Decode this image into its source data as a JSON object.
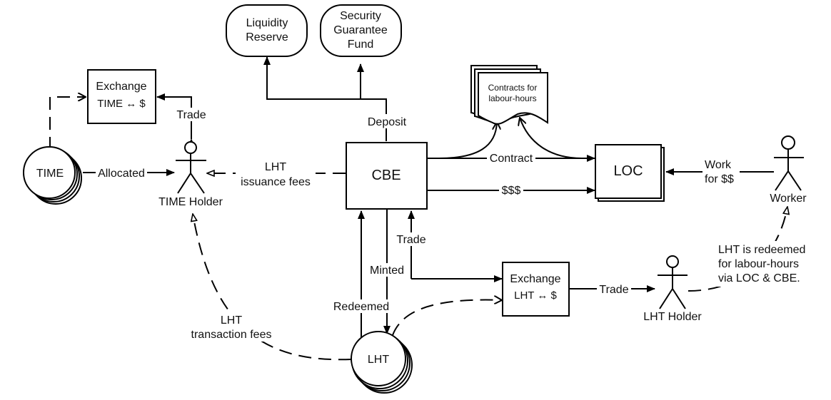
{
  "diagram": {
    "nodes": {
      "liquidity_reserve": [
        "Liquidity",
        "Reserve"
      ],
      "security_fund": [
        "Security",
        "Guarantee",
        "Fund"
      ],
      "exchange_time": [
        "Exchange",
        "TIME ↔ $"
      ],
      "time_token": "TIME",
      "time_holder": "TIME Holder",
      "cbe": "CBE",
      "contracts": [
        "Contracts for",
        "labour-hours"
      ],
      "loc": "LOC",
      "worker": "Worker",
      "exchange_lht": [
        "Exchange",
        "LHT ↔ $"
      ],
      "lht_holder": "LHT Holder",
      "lht_token": "LHT"
    },
    "edges": {
      "deposit": "Deposit",
      "trade_time": "Trade",
      "allocated": "Allocated",
      "issuance_fees": [
        "LHT",
        "issuance fees"
      ],
      "contract": "Contract",
      "money": "$$$",
      "work": [
        "Work",
        "for $$"
      ],
      "trade_cbe": "Trade",
      "minted": "Minted",
      "redeemed": "Redeemed",
      "trade_lht": "Trade",
      "transaction_fees": [
        "LHT",
        "transaction fees"
      ],
      "redeemed_note": [
        "LHT is redeemed",
        "for labour-hours",
        "via LOC & CBE."
      ]
    }
  }
}
